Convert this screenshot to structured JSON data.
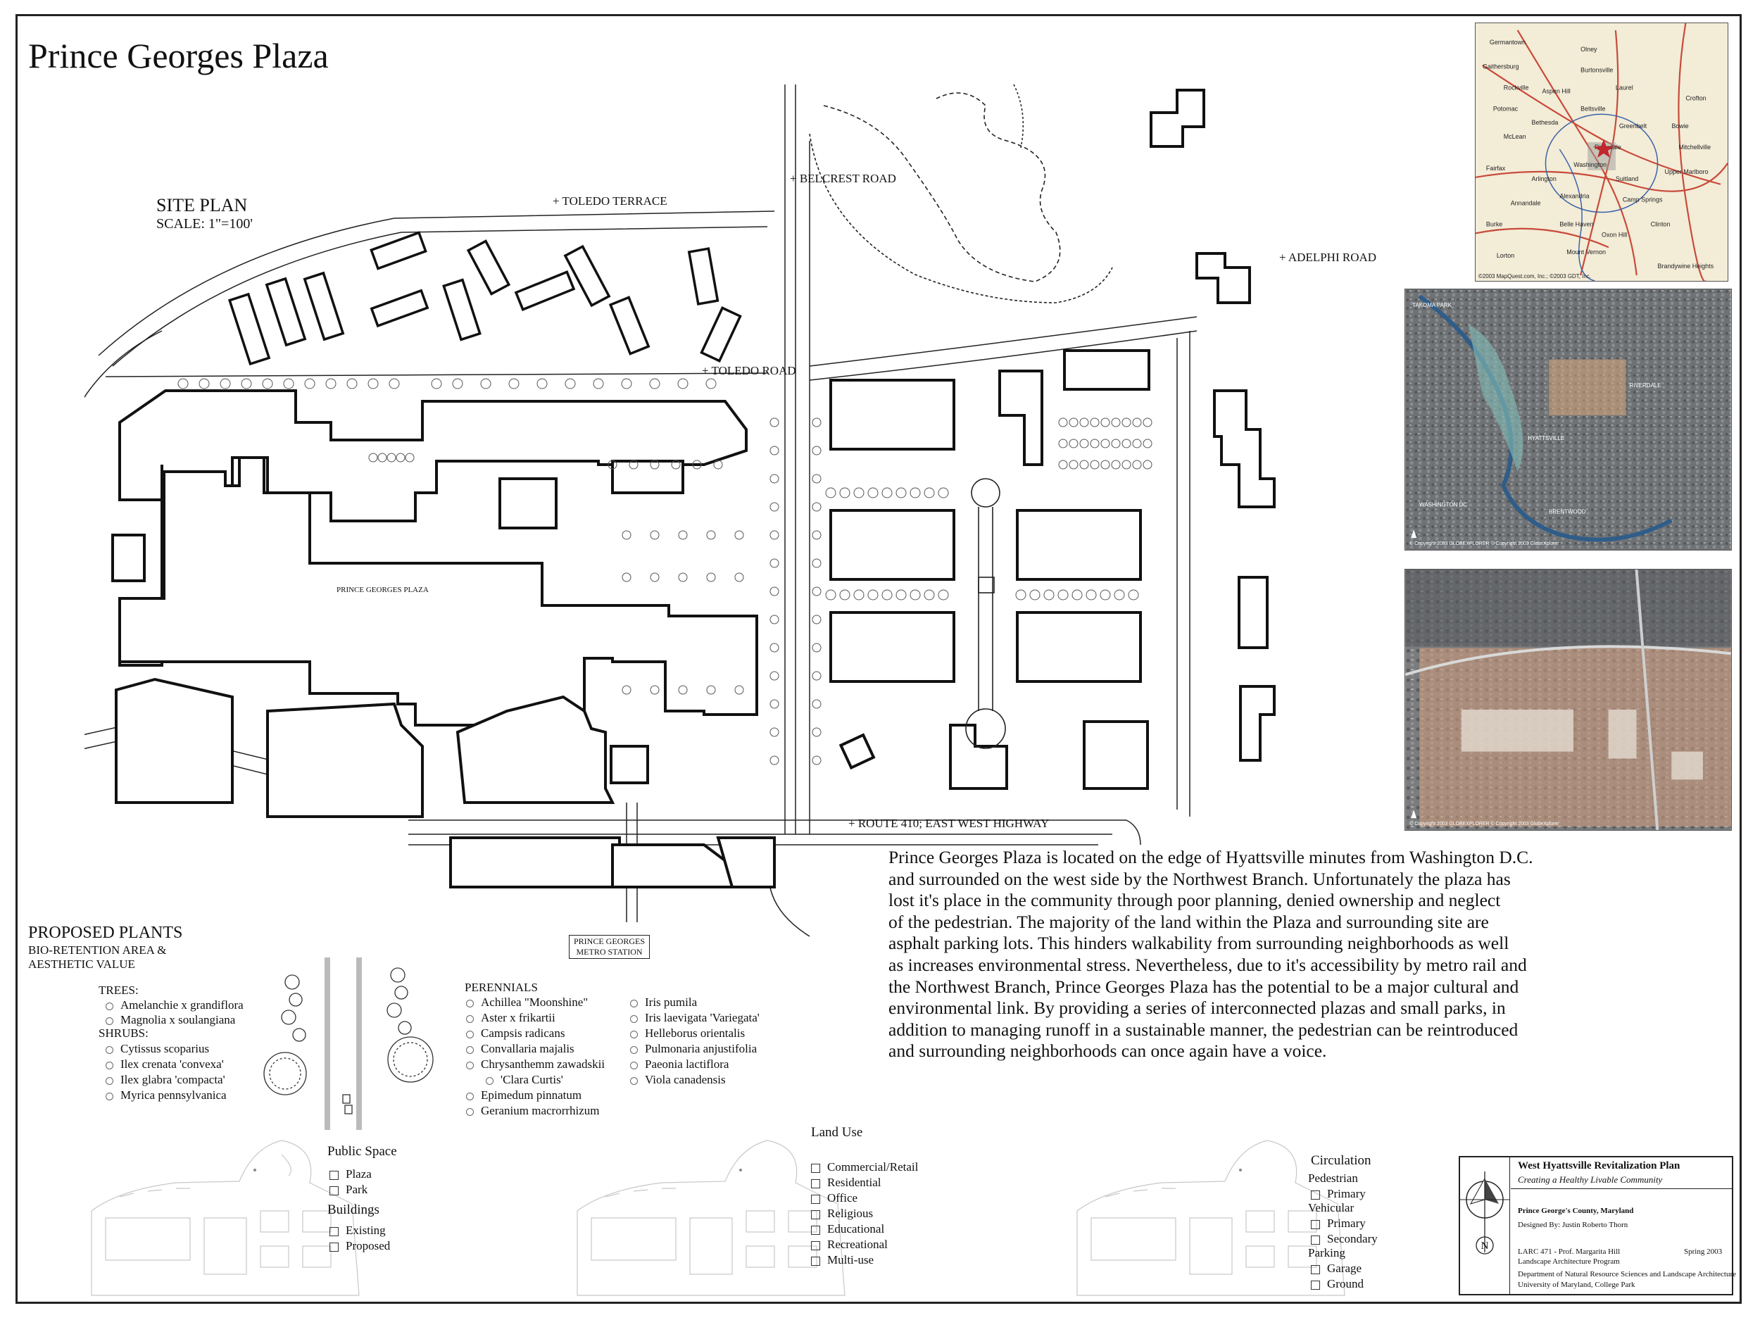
{
  "poster": {
    "title": "Prince Georges Plaza",
    "site_plan_title": "SITE PLAN",
    "site_plan_scale": "SCALE: 1\"=100'"
  },
  "plan_labels": {
    "toledo_terrace": "+ TOLEDO TERRACE",
    "belcrest_road": "+ BELCREST ROAD",
    "adelphi_road": "+ ADELPHI ROAD",
    "toledo_road": "+ TOLEDO ROAD",
    "route_410": "+ ROUTE 410; EAST WEST HIGHWAY",
    "mall_name": "PRINCE GEORGES PLAZA",
    "metro_station": [
      "PRINCE GEORGES",
      "METRO STATION"
    ]
  },
  "inset_map": {
    "places": [
      "Germantown",
      "Olney",
      "Gaithersburg",
      "Burtonsville",
      "Rockville",
      "Aspen Hill",
      "Laurel",
      "Potomac",
      "Bethesda",
      "Beltsville",
      "McLean",
      "Greenbelt",
      "Bowie",
      "Riverdale",
      "Washington",
      "Arlington",
      "Fairfax",
      "Alexandria",
      "Suitland",
      "Annandale",
      "Camp Springs",
      "Clinton",
      "Burke",
      "Belle Haven",
      "Oxon Hill",
      "Lorton",
      "Mount Vernon",
      "Brandywine Heights",
      "Upper Marlboro",
      "Crofton",
      "Mitchellville"
    ],
    "copyright": "©2003 MapQuest.com, Inc.; ©2003 GDT, Inc."
  },
  "aerial_1": {
    "labels": [
      "TAKOMA PARK",
      "RIVERDALE",
      "HYATTSVILLE",
      "WASHINGTON DC",
      "BRENTWOOD"
    ],
    "copyright": "© Copyright 2003 GLOBEXPLORER  © Copyright 2003 GlobeXplorer"
  },
  "aerial_2": {
    "copyright": "© Copyright 2003 GLOBEXPLORER  © Copyright 2003 GlobeXplorer"
  },
  "description": "Prince Georges Plaza is located on the edge of Hyattsville minutes from Washington D.C.\nand surrounded on the west side by the Northwest Branch.  Unfortunately the plaza has\nlost it's place in the community through poor planning, denied ownership and neglect\nof the pedestrian. The majority of the land within the Plaza and surrounding site are\nasphalt parking lots.  This hinders walkability from surrounding neighborhoods as well\nas increases environmental stress.  Nevertheless, due to it's accessibility by metro rail and\nthe Northwest Branch, Prince Georges Plaza has the potential to be a major cultural and\nenvironmental link.  By providing a series of interconnected plazas and small parks, in\naddition to managing runoff in a sustainable manner, the pedestrian can be reintroduced\nand surrounding neighborhoods can once again have a voice.",
  "plants": {
    "title": "PROPOSED PLANTS",
    "subtitle": "BIO-RETENTION AREA &\nAESTHETIC VALUE",
    "trees_label": "TREES:",
    "trees": [
      "Amelanchie x grandiflora",
      "Magnolia x soulangiana"
    ],
    "shrubs_label": "SHRUBS:",
    "shrubs": [
      "Cytissus scoparius",
      "Ilex crenata 'convexa'",
      "Ilex glabra 'compacta'",
      "Myrica pennsylvanica"
    ],
    "perennials_label": "PERENNIALS",
    "perennials_1": [
      "Achillea \"Moonshine\"",
      "Aster x frikartii",
      "Campsis radicans",
      "Convallaria majalis",
      "Chrysanthemm zawadskii",
      "'Clara Curtis'",
      "Epimedum pinnatum",
      "Geranium macrorrhizum"
    ],
    "perennials_2": [
      "Iris pumila",
      "Iris laevigata 'Variegata'",
      "Helleborus orientalis",
      "Pulmonaria anjustifolia",
      "Paeonia lactiflora",
      "Viola canadensis"
    ]
  },
  "legend_public_space": {
    "title": "Public Space",
    "items": [
      "Plaza",
      "Park"
    ],
    "buildings_title": "Buildings",
    "building_items": [
      "Existing",
      "Proposed"
    ]
  },
  "legend_land_use": {
    "title": "Land Use",
    "items": [
      "Commercial/Retail",
      "Residential",
      "Office",
      "Religious",
      "Educational",
      "Recreational",
      "Multi-use"
    ]
  },
  "legend_circulation": {
    "title": "Circulation",
    "pedestrian": "Pedestrian",
    "pedestrian_items": [
      "Primary"
    ],
    "vehicular": "Vehicular",
    "vehicular_items": [
      "Primary",
      "Secondary"
    ],
    "parking": "Parking",
    "parking_items": [
      "Garage",
      "Ground"
    ]
  },
  "title_block": {
    "project": "West Hyattsville Revitalization Plan",
    "subtitle": "Creating a Healthy Livable Community",
    "county": "Prince George's County, Maryland",
    "designer": "Designed By: Justin Roberto Thorn",
    "course": "LARC 471 - Prof. Margarita Hill",
    "term": "Spring 2003",
    "program": "Landscape Architecture Program",
    "department": "Department of Natural Resource Sciences and Landscape Architecture",
    "university": "University of Maryland, College Park",
    "north": "N"
  }
}
